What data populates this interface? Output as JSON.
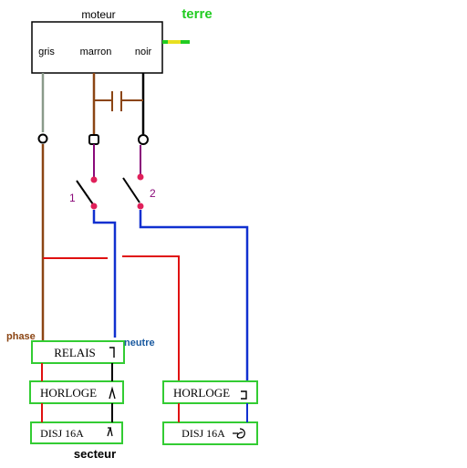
{
  "motor": {
    "title": "moteur",
    "wires": [
      "gris",
      "marron",
      "noir"
    ]
  },
  "earth_label": "terre",
  "switches": [
    "1",
    "2"
  ],
  "labels": {
    "phase": "phase",
    "neutre": "neutre",
    "secteur": "secteur"
  },
  "boxes": {
    "relais": "RELAIS",
    "horloge_left": "HORLOGE",
    "horloge_right": "HORLOGE",
    "disj_left": "DISJ 16A",
    "disj_right": "DISJ 16A"
  },
  "colors": {
    "phase": "#8B4513",
    "gray_wire": "#8a9a8a",
    "red": "#e01010",
    "blue": "#1030d0",
    "black": "#000000",
    "purple": "#8a0a7a",
    "contact": "#e0205a",
    "box_border": "#33cc33",
    "earth_green": "#22cc22",
    "earth_yellow": "#e8e020",
    "neutre_text": "#1a5aa0"
  }
}
